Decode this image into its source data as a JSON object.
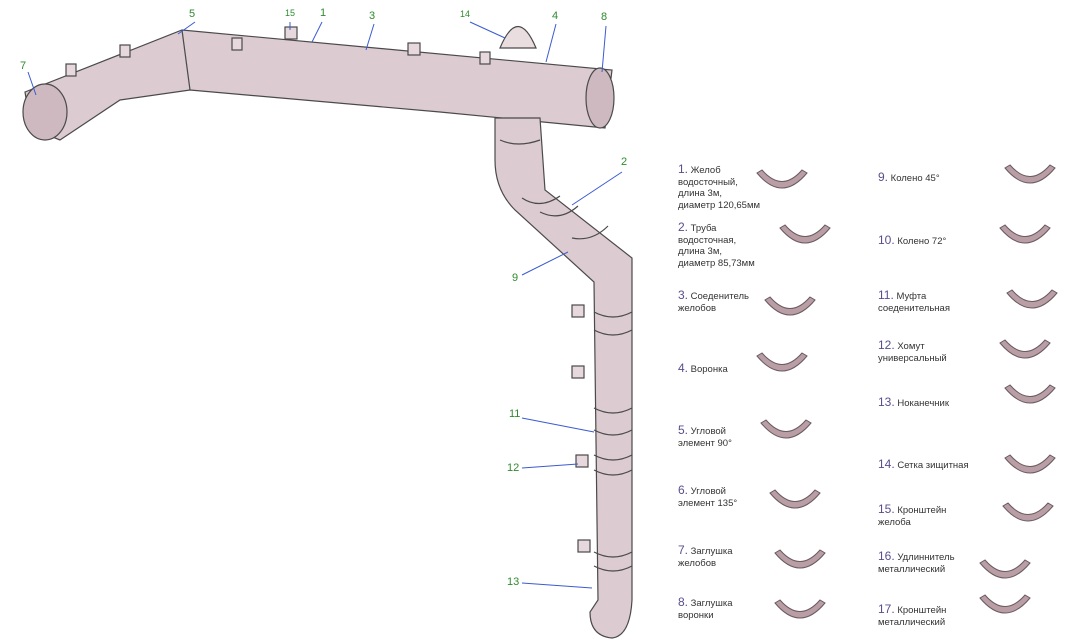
{
  "callouts": [
    "7",
    "5",
    "15",
    "1",
    "3",
    "14",
    "4",
    "8",
    "2",
    "9",
    "11",
    "12",
    "13"
  ],
  "legend": [
    {
      "num": "1.",
      "text": "Желоб\nводосточный,\nдлина 3м,\nдиаметр 120,65мм"
    },
    {
      "num": "2.",
      "text": "Труба\nводосточная,\nдлина 3м,\nдиаметр 85,73мм"
    },
    {
      "num": "3.",
      "text": "Соеденитель\nжелобов"
    },
    {
      "num": "4.",
      "text": "Воронка"
    },
    {
      "num": "5.",
      "text": "Угловой\nэлемент 90°"
    },
    {
      "num": "6.",
      "text": "Угловой\nэлемент 135°"
    },
    {
      "num": "7.",
      "text": "Заглушка\nжелобов"
    },
    {
      "num": "8.",
      "text": "Заглушка\nворонки"
    },
    {
      "num": "9.",
      "text": "Колено 45°"
    },
    {
      "num": "10.",
      "text": "Колено 72°"
    },
    {
      "num": "11.",
      "text": "Муфта\nсоеденительная"
    },
    {
      "num": "12.",
      "text": "Хомут\nуниверсальный"
    },
    {
      "num": "13.",
      "text": "Ноканечник"
    },
    {
      "num": "14.",
      "text": "Сетка зищитная"
    },
    {
      "num": "15.",
      "text": "Кронштейн\nжелоба"
    },
    {
      "num": "16.",
      "text": "Удлиннитель\nметаллический"
    },
    {
      "num": "17.",
      "text": "Кронштейн\nметаллический"
    }
  ],
  "colors": {
    "pipe": "#dccbd0",
    "outline": "#4a4a4a",
    "callout": "#2e8b2e",
    "leader": "#3b5bd0",
    "number": "#5b4d8c"
  }
}
